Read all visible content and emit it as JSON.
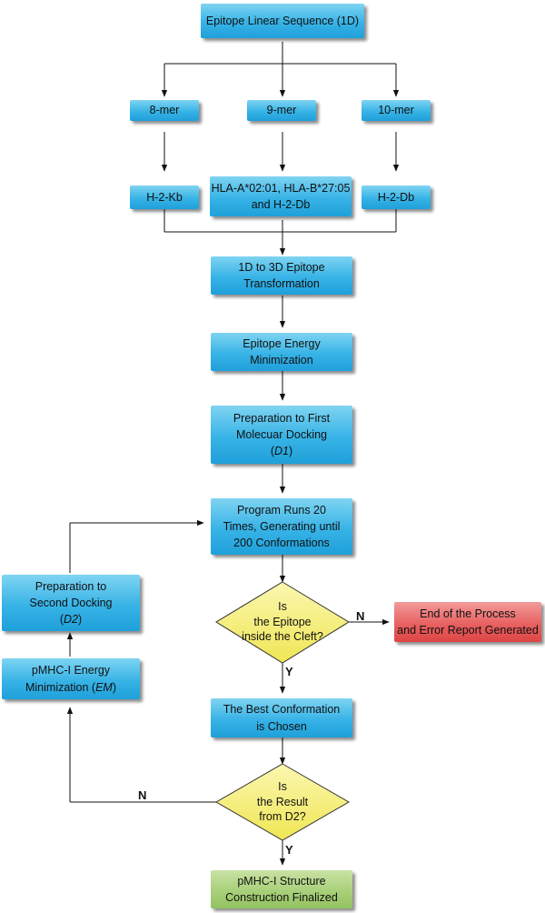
{
  "nodes": {
    "linear_sequence": "Epitope Linear Sequence (1D)",
    "mer8": "8-mer",
    "mer9": "9-mer",
    "mer10": "10-mer",
    "h2kb": "H-2-Kb",
    "hla_mid": "HLA-A*02:01, HLA-B*27:05\nand H-2-Db",
    "h2db": "H-2-Db",
    "transform": "1D to 3D Epitope\nTransformation",
    "epitope_em": "Epitope Energy\nMinimization",
    "prep_d1_a": "Preparation to First\nMolecuar Docking\n(",
    "prep_d1_italic": "D1",
    "prep_d1_b": ")",
    "program_runs": "Program Runs 20\nTimes, Generating until\n200 Conformations",
    "decision_cleft": "Is\nthe Epitope\ninside the Cleft?",
    "error_end": "End of the Process\nand Error Report Generated",
    "best_conf": "The Best Conformation\nis Chosen",
    "decision_d2": "Is\nthe Result\nfrom D2?",
    "finalized": "pMHC-I Structure\nConstruction Finalized",
    "prep_d2_a": "Preparation to\nSecond Docking\n(",
    "prep_d2_italic": "D2",
    "prep_d2_b": ")",
    "pmhc_em_a": "pMHC-I Energy\nMinimization (",
    "pmhc_em_italic": "EM",
    "pmhc_em_b": ")"
  },
  "edge_labels": {
    "cleft_no": "N",
    "cleft_yes": "Y",
    "d2_no": "N",
    "d2_yes": "Y"
  },
  "colors": {
    "process_box": "#37b3e6",
    "decision": "#f7f07a",
    "error_box": "#e86161",
    "final_box": "#a9d07a",
    "line": "#111111"
  }
}
